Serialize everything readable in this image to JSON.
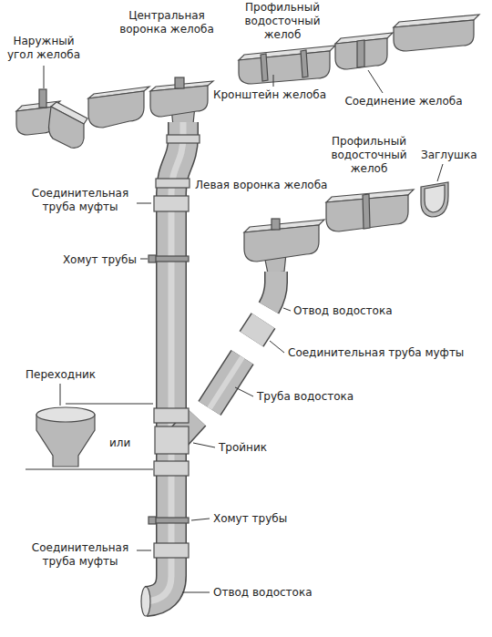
{
  "diagram": {
    "labels": [
      "Наружный угол желоба",
      "Центральная воронка желоба",
      "Профильный водосточный желоб",
      "Кронштейн желоба",
      "Соединение желоба",
      "Профильный водосточный желоб",
      "Заглушка",
      "Соединительная труба муфты",
      "Левая воронка желоба",
      "Хомут трубы",
      "Отвод водостока",
      "Соединительная труба муфты",
      "Переходник",
      "Труба водостока",
      "или",
      "Тройник",
      "Хомут трубы",
      "Соединительная труба муфты",
      "Отвод водостока"
    ]
  }
}
